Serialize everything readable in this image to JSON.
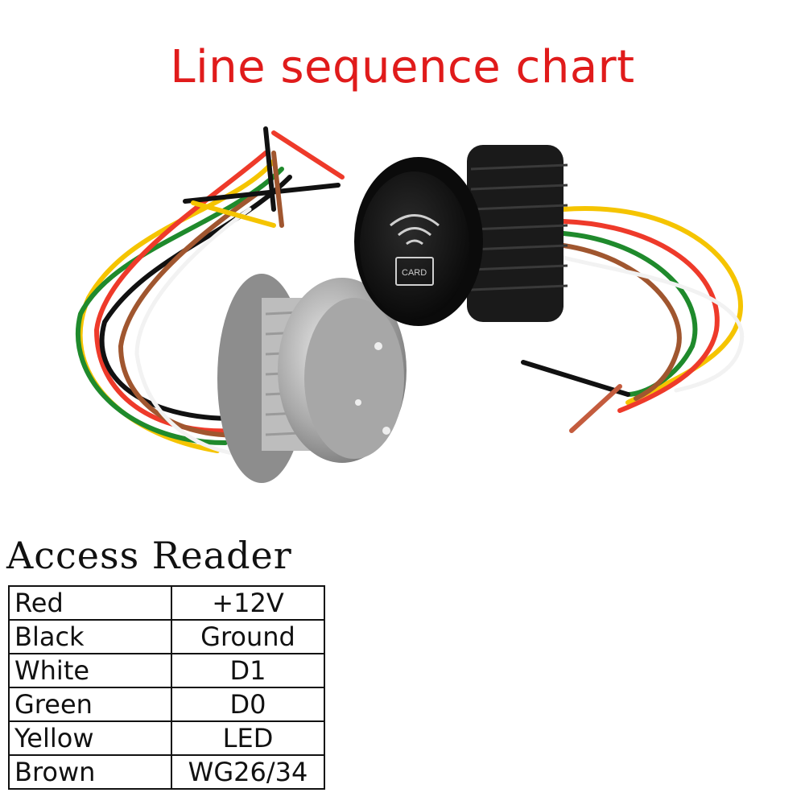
{
  "title": "Line sequence chart",
  "photo": {
    "reader_face_text": "CARD",
    "icons": [
      "metal-reader-icon",
      "black-reader-icon",
      "rfid-waves-icon",
      "card-icon"
    ]
  },
  "table": {
    "heading": "Access Reader",
    "rows": [
      {
        "color": "Red",
        "function": "+12V"
      },
      {
        "color": "Black",
        "function": "Ground"
      },
      {
        "color": "White",
        "function": "D1"
      },
      {
        "color": "Green",
        "function": "D0"
      },
      {
        "color": "Yellow",
        "function": "LED"
      },
      {
        "color": "Brown",
        "function": "WG26/34"
      }
    ]
  },
  "colors": {
    "title": "#e01b1b",
    "wire_red": "#ee3a2a",
    "wire_black": "#111111",
    "wire_white": "#f2f2f2",
    "wire_green": "#1f8a2c",
    "wire_yellow": "#f5c400",
    "wire_brown": "#a0562f"
  }
}
